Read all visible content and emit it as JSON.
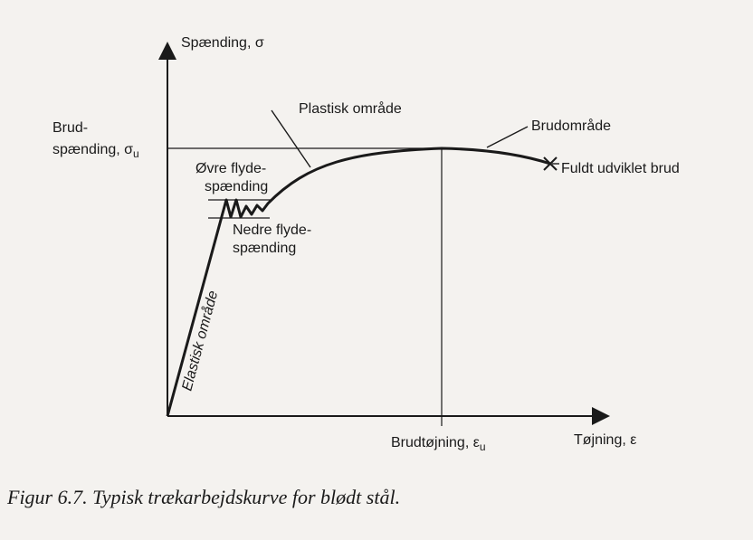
{
  "figure": {
    "y_axis_label": "Spænding, σ",
    "x_axis_label": "Tøjning, ε",
    "ultimate_stress": [
      "Brud-",
      "spænding, σ",
      "u"
    ],
    "ultimate_strain": [
      "Brudtøjning, ε",
      "u"
    ],
    "upper_yield": [
      "Øvre flyde-",
      "spænding"
    ],
    "lower_yield": [
      "Nedre flyde-",
      "spænding"
    ],
    "elastic_region": "Elastisk område",
    "plastic_region": "Plastisk område",
    "fracture_region": "Brudområde",
    "full_fracture": "Fuldt udviklet brud"
  },
  "caption": "Figur 6.7. Typisk trækarbejdskurve for blødt stål."
}
